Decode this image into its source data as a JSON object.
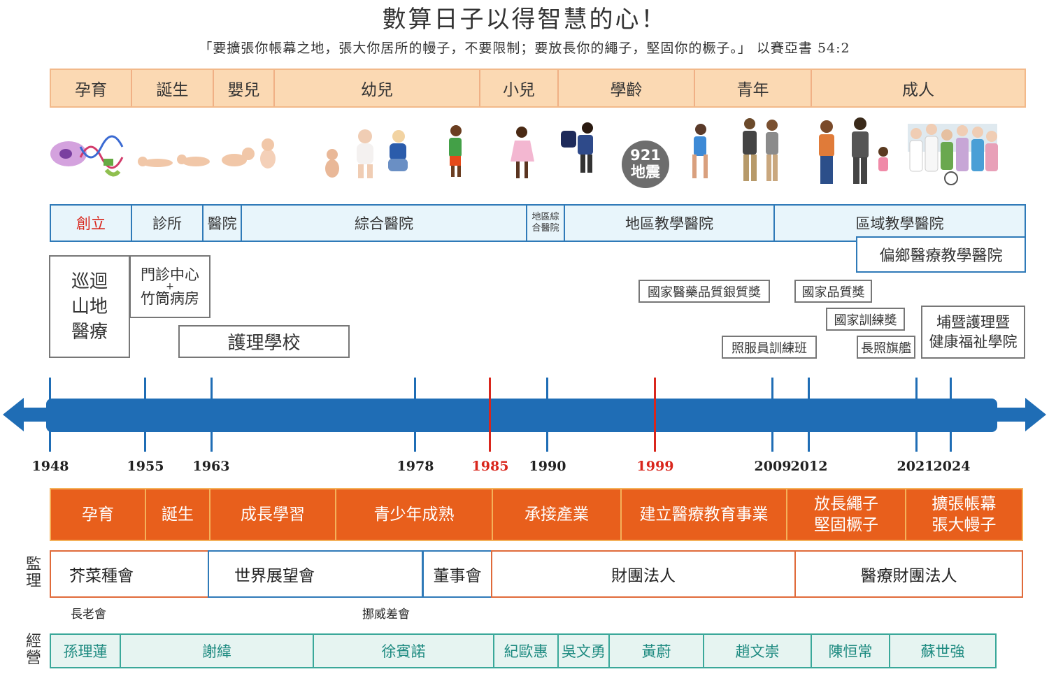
{
  "title": "數算日子以得智慧的心！",
  "verse": "「要擴張你帳幕之地，張大你居所的幔子，不要限制；要放長你的繩子，堅固你的橛子。」 以賽亞書 54:2",
  "life_stages": [
    "孕育",
    "誕生",
    "嬰兒",
    "幼兒",
    "小兒",
    "學齡",
    "青年",
    "成人"
  ],
  "event_badge": "921\n地震",
  "event_badge_lines": [
    "921",
    "地震"
  ],
  "hospital_stages": [
    "創立",
    "診所",
    "醫院",
    "綜合醫院",
    "地區綜合醫院",
    "地區教學醫院",
    "區域教學醫院"
  ],
  "hospital_small_lines": [
    "地區綜",
    "合醫院"
  ],
  "rural_hospital": "偏鄉醫療教學醫院",
  "milestones": {
    "mountain": [
      "巡迴",
      "山地",
      "醫療"
    ],
    "clinic": [
      "門診中心",
      "+",
      "竹筒病房"
    ],
    "nursing_school": "護理學校",
    "award_silver": "國家醫藥品質銀質獎",
    "award_quality": "國家品質獎",
    "training_award": "國家訓練獎",
    "care_training": "照服員訓練班",
    "long_term_care": "長照旗艦",
    "college": [
      "埔暨護理暨",
      "健康福祉學院"
    ]
  },
  "timeline_years": [
    "1948",
    "1955",
    "1963",
    "1978",
    "1985",
    "1990",
    "1999",
    "2009",
    "2012",
    "2021",
    "2024"
  ],
  "highlight_years": [
    "1985",
    "1999"
  ],
  "phases": [
    "孕育",
    "誕生",
    "成長學習",
    "青少年成熟",
    "承接產業",
    "建立醫療教育事業",
    "放長繩子\n堅固橛子",
    "擴張帳幕\n張大幔子"
  ],
  "phase_lines": {
    "p7": [
      "放長繩子",
      "堅固橛子"
    ],
    "p8": [
      "擴張帳幕",
      "張大幔子"
    ]
  },
  "supervision_label": [
    "監",
    "理"
  ],
  "supervision": [
    "芥菜種會",
    "世界展望會",
    "董事會",
    "財團法人",
    "醫療財團法人"
  ],
  "supervision_notes": [
    "長老會",
    "挪威差會"
  ],
  "management_label": [
    "經",
    "營"
  ],
  "management": [
    "孫理蓮",
    "謝緯",
    "徐賓諾",
    "紀歐惠",
    "吳文勇",
    "黃蔚",
    "趙文崇",
    "陳恒常",
    "蘇世強"
  ],
  "colors": {
    "stage_fill": "#fbd9b3",
    "hospital_fill": "#e8f5fb",
    "timeline_blue": "#1f6db5",
    "phase_orange": "#e85f1c",
    "highlight_red": "#d9261c",
    "management_teal": "#3aa89a"
  }
}
